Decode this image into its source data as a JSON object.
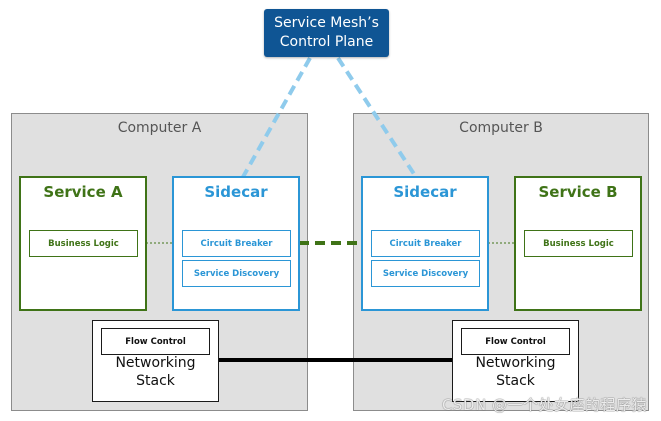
{
  "control_plane": {
    "line1": "Service Mesh’s",
    "line2": "Control Plane"
  },
  "computers": [
    {
      "title": "Computer A",
      "service": {
        "title": "Service A",
        "component": "Business Logic"
      },
      "sidecar": {
        "title": "Sidecar",
        "components": [
          "Circuit Breaker",
          "Service Discovery"
        ]
      },
      "networking": {
        "component": "Flow Control",
        "line1": "Networking",
        "line2": "Stack"
      }
    },
    {
      "title": "Computer B",
      "service": {
        "title": "Service B",
        "component": "Business Logic"
      },
      "sidecar": {
        "title": "Sidecar",
        "components": [
          "Circuit Breaker",
          "Service Discovery"
        ]
      },
      "networking": {
        "component": "Flow Control",
        "line1": "Networking",
        "line2": "Stack"
      }
    }
  ],
  "connections": [
    {
      "from": "Control Plane",
      "to": "Sidecar (Computer A)",
      "style": "dashed",
      "color": "#8fcbec"
    },
    {
      "from": "Control Plane",
      "to": "Sidecar (Computer B)",
      "style": "dashed",
      "color": "#8fcbec"
    },
    {
      "from": "Business Logic (Service A)",
      "to": "Circuit Breaker (Sidecar A)",
      "style": "dotted",
      "color": "#3f7317"
    },
    {
      "from": "Circuit Breaker (Sidecar A)",
      "to": "Circuit Breaker (Sidecar B)",
      "style": "dashed",
      "color": "#3f7317"
    },
    {
      "from": "Circuit Breaker (Sidecar B)",
      "to": "Business Logic (Service B)",
      "style": "dotted",
      "color": "#3f7317"
    },
    {
      "from": "Networking Stack (Computer A)",
      "to": "Networking Stack (Computer B)",
      "style": "solid",
      "color": "#000000"
    }
  ],
  "colors": {
    "control_plane": "#0f5594",
    "service_green": "#3f7317",
    "sidecar_blue": "#2b96d6",
    "computer_bg": "#e0e0e0"
  },
  "watermark": "CSDN @一个处女座的程序猿"
}
